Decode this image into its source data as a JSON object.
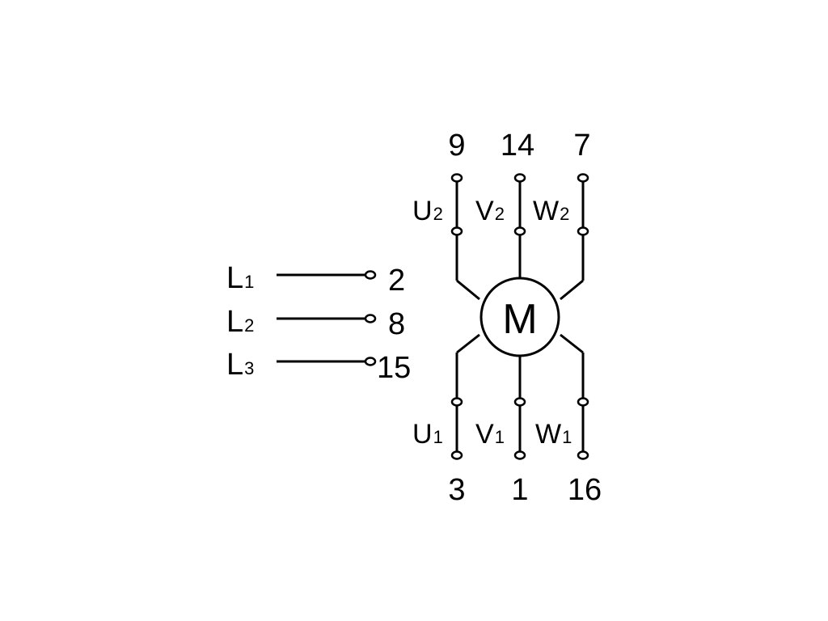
{
  "colors": {
    "background": "#ffffff",
    "ink": "#000000"
  },
  "motor": {
    "symbol": "M"
  },
  "top_terminals": [
    {
      "number": "9",
      "letter": "U",
      "index": "2"
    },
    {
      "number": "14",
      "letter": "V",
      "index": "2"
    },
    {
      "number": "7",
      "letter": "W",
      "index": "2"
    }
  ],
  "bottom_terminals": [
    {
      "number": "3",
      "letter": "U",
      "index": "1"
    },
    {
      "number": "1",
      "letter": "V",
      "index": "1"
    },
    {
      "number": "16",
      "letter": "W",
      "index": "1"
    }
  ],
  "supply_lines": [
    {
      "letter": "L",
      "index": "1",
      "terminal": "2"
    },
    {
      "letter": "L",
      "index": "2",
      "terminal": "8"
    },
    {
      "letter": "L",
      "index": "3",
      "terminal": "15"
    }
  ]
}
